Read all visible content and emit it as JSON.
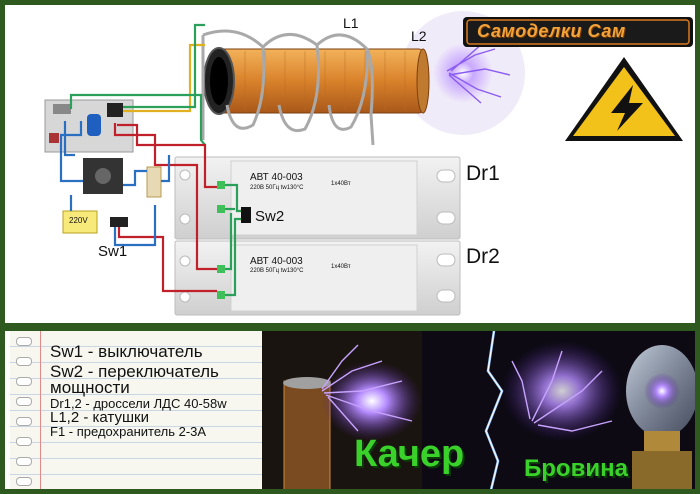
{
  "labels": {
    "l1": "L1",
    "l2": "L2",
    "dr1": "Dr1",
    "dr2": "Dr2",
    "sw1": "Sw1",
    "sw2": "Sw2",
    "voltage": "220V"
  },
  "ballast": {
    "model": "АВТ 40-003",
    "spec": "220В 50Гц  tw130°С",
    "power": "1х40Вт"
  },
  "logo": "Самоделки Сам",
  "notes": [
    "Sw1 - выключатель",
    "Sw2 - переключатель",
    "мощности",
    "Dr1,2 - дроссели ЛДС 40-58w",
    "L1,2 - катушки",
    "F1 - предохранитель 2-3А"
  ],
  "photo_text": {
    "left": "Качер",
    "right": "Бровина"
  },
  "colors": {
    "frame": "#2f5a1f",
    "wire_red": "#c0202a",
    "wire_blue": "#2a6fc0",
    "wire_green": "#2aa05a",
    "wire_yellow": "#e0b020",
    "coil_copper": "#d9822b",
    "warning_yellow": "#f2c21b",
    "photo_text_green": "#3ad12a"
  }
}
